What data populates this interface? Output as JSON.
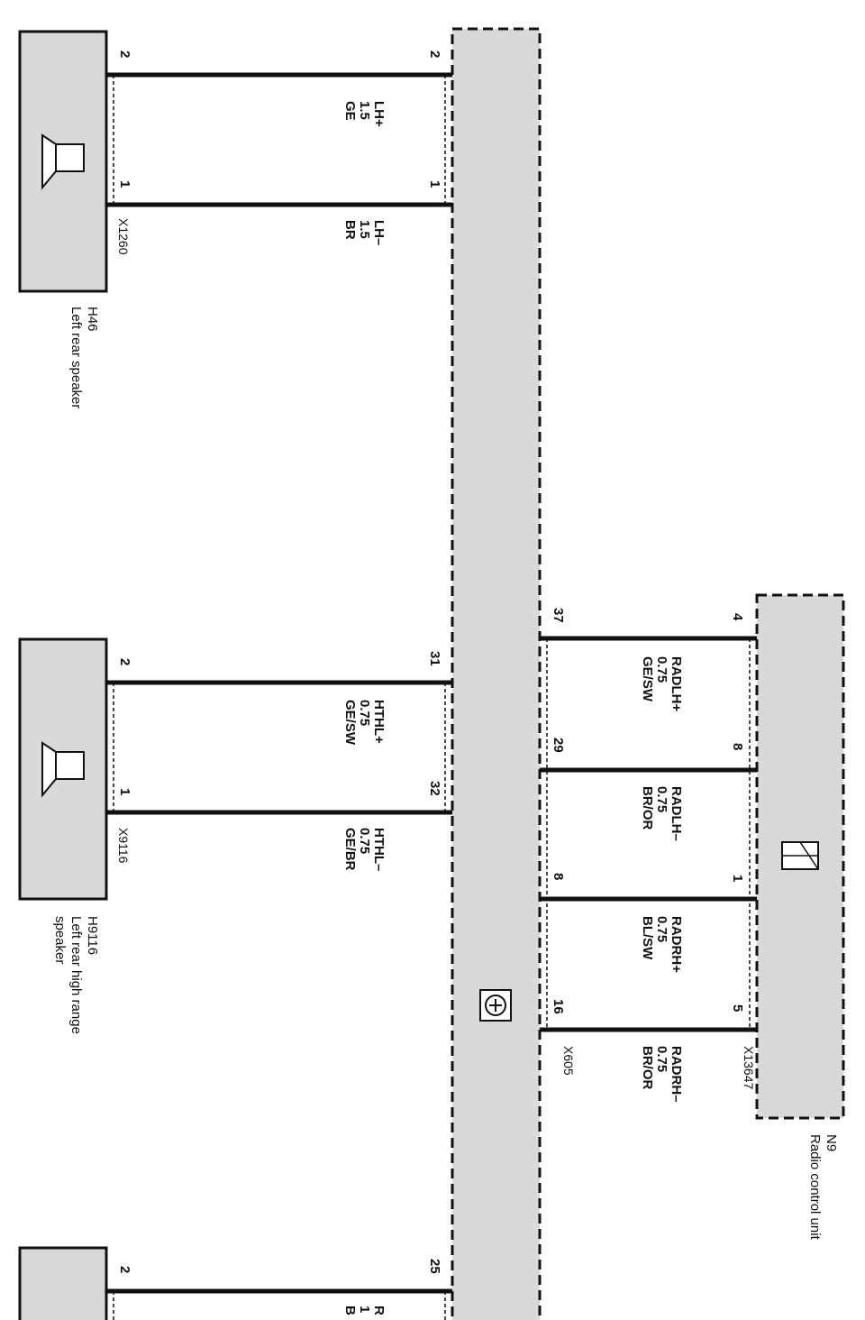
{
  "components": {
    "h46": {
      "id": "H46",
      "name": "Left rear speaker",
      "connector": "X1260"
    },
    "h9116": {
      "id": "H9116",
      "name_line1": "Left rear high range",
      "name_line2": "speaker",
      "connector": "X9116"
    },
    "n9": {
      "id": "N9",
      "name": "Radio control unit",
      "connector": "X13647"
    },
    "harness": {
      "connector": "X605"
    }
  },
  "wires": {
    "lh_plus": {
      "signal": "LH+",
      "gauge": "1.5",
      "color": "GE",
      "pin_left": "2",
      "pin_right": "2"
    },
    "lh_minus": {
      "signal": "LH–",
      "gauge": "1.5",
      "color": "BR",
      "pin_left": "1",
      "pin_right": "1"
    },
    "hthl_plus": {
      "signal": "HTHL+",
      "gauge": "0.75",
      "color": "GE/SW",
      "pin_left": "2",
      "pin_right": "31"
    },
    "hthl_minus": {
      "signal": "HTHL–",
      "gauge": "0.75",
      "color": "GE/BR",
      "pin_left": "1",
      "pin_right": "32"
    },
    "radlh_plus": {
      "signal": "RADLH+",
      "gauge": "0.75",
      "color": "GE/SW",
      "pin_harness": "37",
      "pin_unit": "4"
    },
    "radlh_minus": {
      "signal": "RADLH–",
      "gauge": "0.75",
      "color": "BR/OR",
      "pin_harness": "29",
      "pin_unit": "8"
    },
    "radrh_plus": {
      "signal": "RADRH+",
      "gauge": "0.75",
      "color": "BL/SW",
      "pin_harness": "8",
      "pin_unit": "1"
    },
    "radrh_minus": {
      "signal": "RADRH–",
      "gauge": "0.75",
      "color": "BR/OR",
      "pin_harness": "16",
      "pin_unit": "5"
    },
    "bottom": {
      "pin_left": "2",
      "pin_right": "25",
      "signal_partial": "R",
      "gauge_partial": "1",
      "color_partial": "B"
    }
  },
  "icons": {
    "speaker": "speaker-icon",
    "ground": "ground-symbol-icon",
    "radio": "radio-unit-icon"
  }
}
